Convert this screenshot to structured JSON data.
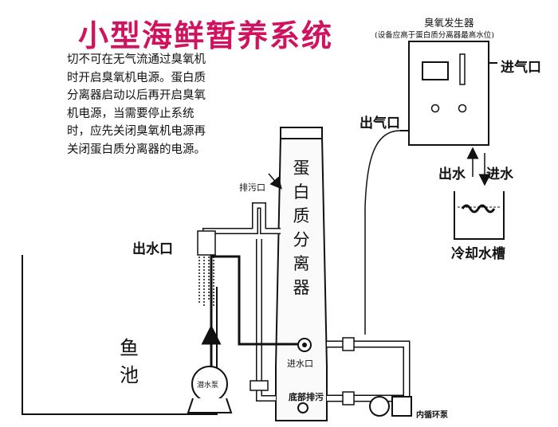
{
  "title": "小型海鲜暂养系统",
  "note": "切不可在无气流通过臭氧机时开启臭氧机电源。蛋白质分离器启动以后再开启臭氧机电源，当需要停止系统时，应先关闭臭氧机电源再关闭蛋白质分离器的电源。",
  "ozone_generator": {
    "name": "臭氧发生器",
    "subtitle": "(设备应高于蛋白质分离器最高水位)",
    "air_inlet": "进气口",
    "air_outlet": "出气口"
  },
  "cooling": {
    "water_out": "出水",
    "water_in": "进水",
    "tank": "冷却水槽"
  },
  "skimmer": {
    "name": "蛋白质分离器",
    "drain": "排污口",
    "water_inlet": "进水口",
    "bottom_drain": "底部排污"
  },
  "outlet": "出水口",
  "fish_tank": "鱼池",
  "submersible_pump": "潜水泵",
  "circulation_pump": "内循环泵"
}
